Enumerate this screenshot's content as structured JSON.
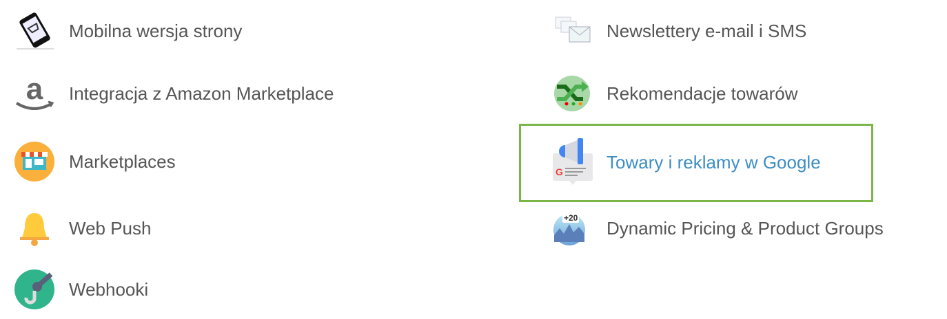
{
  "left": [
    {
      "label": "Mobilna wersja strony",
      "icon": "mobile-cart-icon"
    },
    {
      "label": "Integracja z Amazon Marketplace",
      "icon": "amazon-icon"
    },
    {
      "label": "Marketplaces",
      "icon": "store-icon"
    },
    {
      "label": "Web Push",
      "icon": "bell-icon"
    },
    {
      "label": "Webhooki",
      "icon": "hook-icon"
    }
  ],
  "right": [
    {
      "label": "Newslettery e-mail i SMS",
      "icon": "envelope-icon"
    },
    {
      "label": "Rekomendacje towarów",
      "icon": "shuffle-icon"
    },
    {
      "label": "Towary i reklamy w Google",
      "icon": "google-ads-icon"
    },
    {
      "label": "Dynamic Pricing & Product Groups",
      "icon": "pricing-chart-icon",
      "badge": "+20"
    }
  ],
  "colors": {
    "highlight": "#7ab648",
    "link": "#3d8ec4",
    "text": "#555555"
  }
}
